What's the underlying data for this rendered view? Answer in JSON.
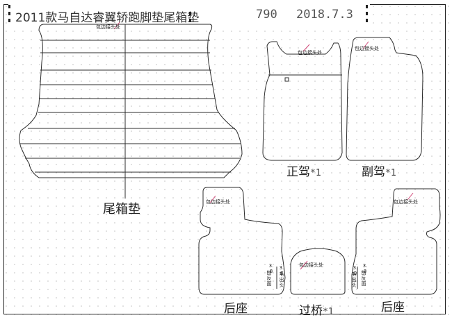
{
  "header": {
    "title": "2011款马自达睿翼轿跑脚垫尾箱垫",
    "number": "790",
    "date": "2018.7.3"
  },
  "labels": {
    "trunk": "尾箱垫",
    "driver": "正驾",
    "passenger": "副驾",
    "rear_left": "后座",
    "rear_right": "后座",
    "bridge": "过桥",
    "count": "*1"
  },
  "notes": {
    "edge_join": "包边接头处",
    "margin_value": "3.8",
    "fur_out": "毛出头",
    "back_side": "刨反面"
  },
  "colors": {
    "outline": "#2b2b2b",
    "dots": "#bdbdbd",
    "pink_mark": "#d24b7a"
  }
}
